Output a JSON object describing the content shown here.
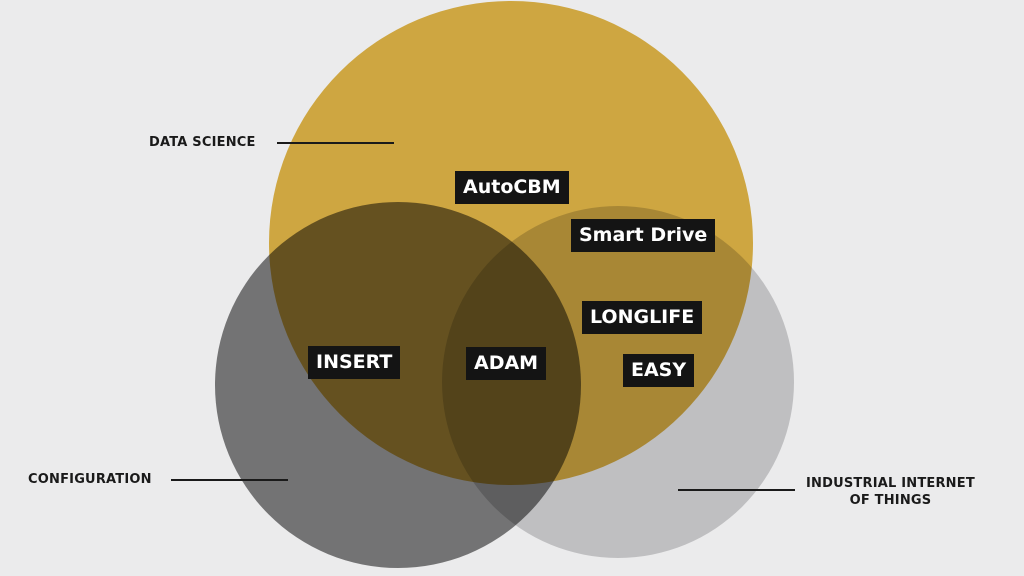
{
  "colors": {
    "background": "#ebebec",
    "data_science_circle": "#e0b446",
    "configuration_circle": "#7d7d7d",
    "iiot_circle": "#d0d0d1",
    "label_text": "#1a1a1a",
    "tag_background": "#141414",
    "tag_text": "#ffffff"
  },
  "sets": {
    "data_science": "DATA SCIENCE",
    "configuration": "CONFIGURATION",
    "iiot_line1": "INDUSTRIAL INTERNET",
    "iiot_line2": "OF THINGS"
  },
  "tags": {
    "autocbm": "AutoCBM",
    "smart_drive": "Smart Drive",
    "longlife": "LONGLIFE",
    "easy": "EASY",
    "insert": "INSERT",
    "adam": "ADAM"
  }
}
